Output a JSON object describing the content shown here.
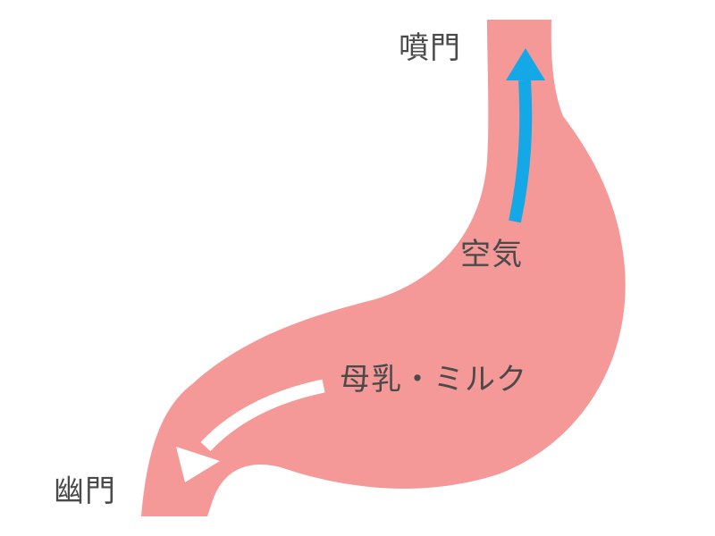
{
  "labels": {
    "cardia": "噴門",
    "air": "空気",
    "milk": "母乳・ミルク",
    "pylorus": "幽門"
  },
  "colors": {
    "stomach": "#f59898",
    "air_arrow": "#14a9e6",
    "milk_arrow": "#ffffff",
    "text": "#4a4a4a"
  }
}
